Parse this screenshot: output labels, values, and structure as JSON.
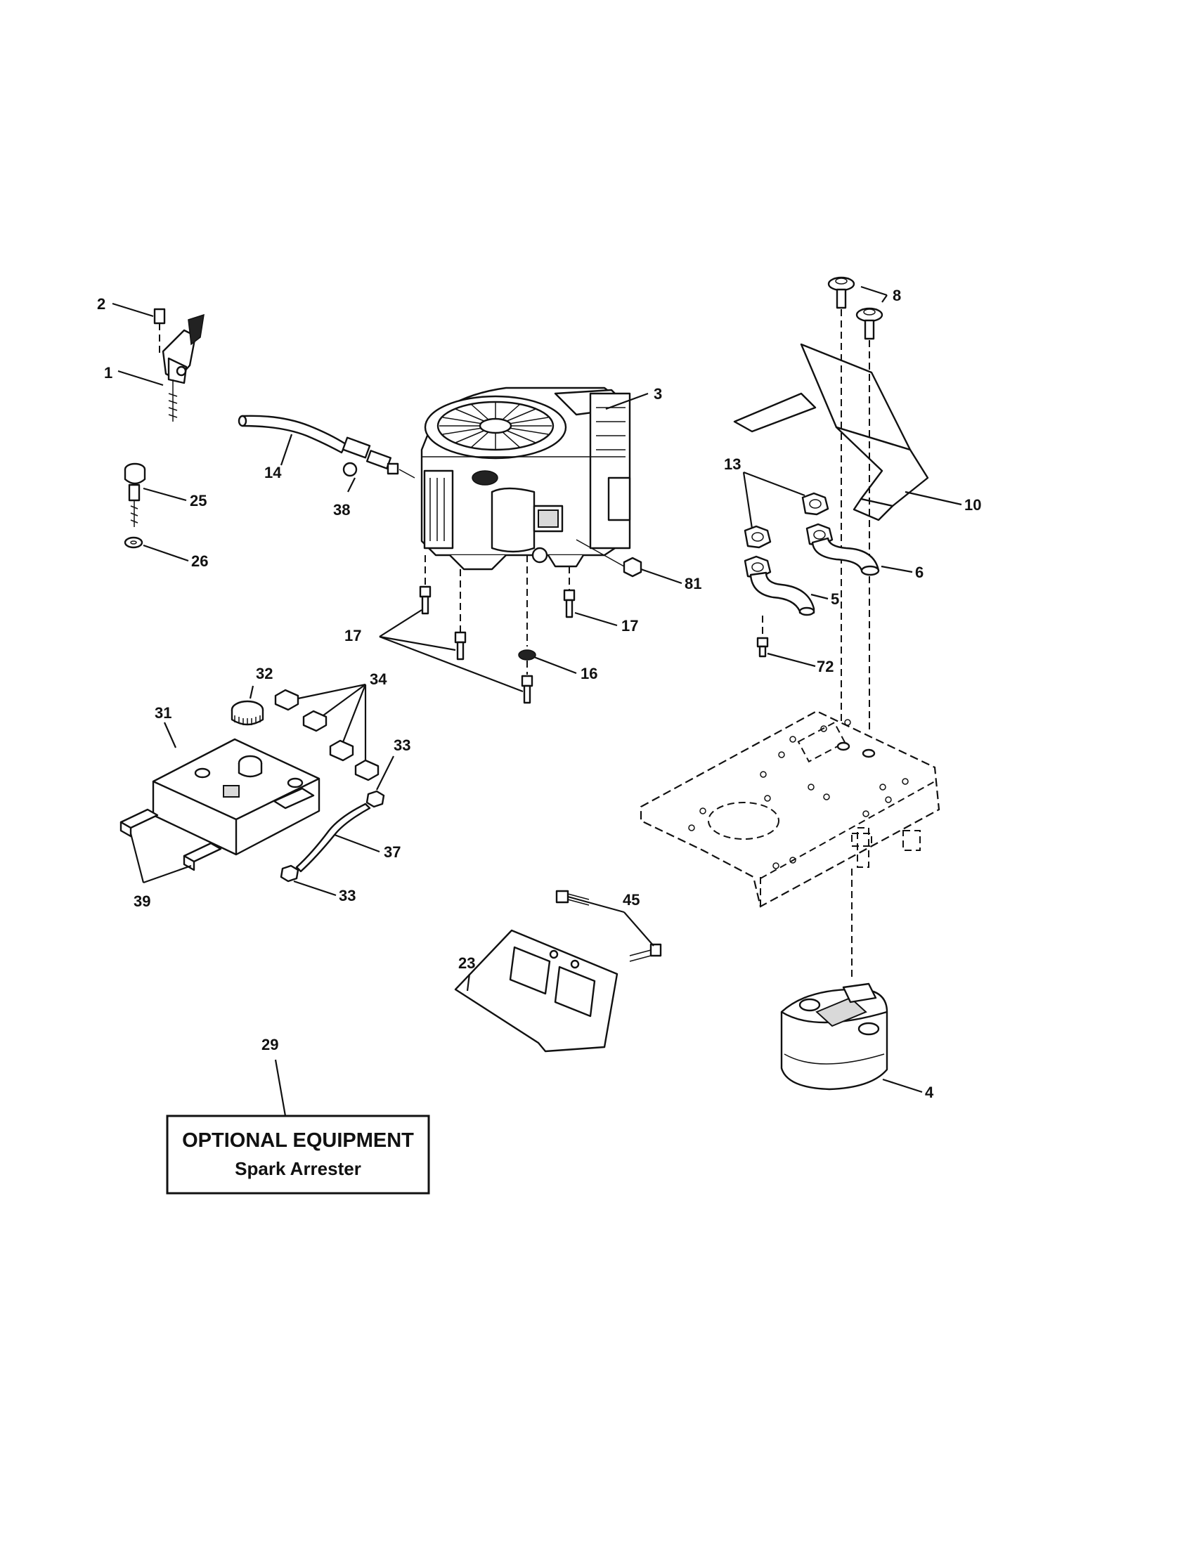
{
  "callouts": {
    "p1": "1",
    "p2": "2",
    "p3": "3",
    "p4": "4",
    "p5": "5",
    "p6": "6",
    "p8": "8",
    "p10": "10",
    "p13": "13",
    "p14": "14",
    "p16": "16",
    "p17a": "17",
    "p17b": "17",
    "p23": "23",
    "p25": "25",
    "p26": "26",
    "p29": "29",
    "p31": "31",
    "p32": "32",
    "p33a": "33",
    "p33b": "33",
    "p34": "34",
    "p37": "37",
    "p38": "38",
    "p39": "39",
    "p45": "45",
    "p72": "72",
    "p81": "81"
  },
  "optional_box": {
    "title": "OPTIONAL EQUIPMENT",
    "subtitle": "Spark Arrester"
  }
}
